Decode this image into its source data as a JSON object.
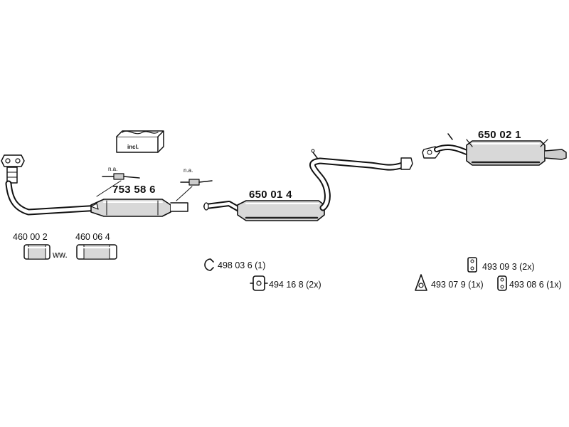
{
  "parts": {
    "catalytic_converter": "753 58 6",
    "front_silencer": "650 01 4",
    "rear_silencer": "650 02 1",
    "repair_sleeve_a": "460 00 2",
    "repair_sleeve_b": "460 06 4",
    "sleeve_separator": "ww.",
    "included_box_label": "incl.",
    "sensor_left_note": "n.a.",
    "sensor_right_note": "n.a."
  },
  "mounting": {
    "clamp_ring": "498 03 6 (1)",
    "rubber_mount": "494 16 8 (2x)",
    "hanger_rect": "493 09 3 (2x)",
    "hanger_triangle": "493 07 9 (1x)",
    "hanger_double": "493 08 6 (1x)"
  }
}
